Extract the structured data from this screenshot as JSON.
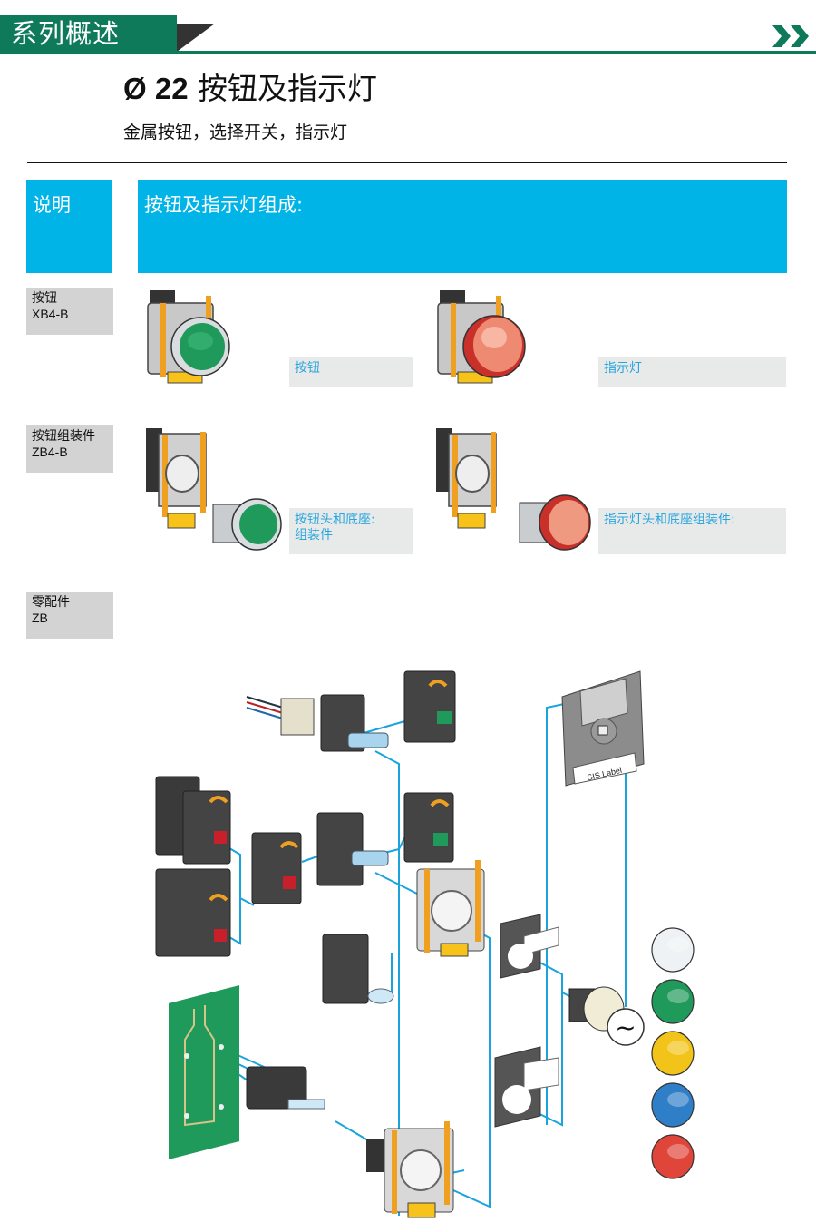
{
  "header": {
    "section_title": "系列概述",
    "next_icon": "double-chevron-right-icon",
    "brand_color": "#0e7a5a"
  },
  "page": {
    "title_prefix": "Ø 22",
    "title_main": "按钮及指示灯",
    "subtitle": "金属按钮，选择开关，指示灯"
  },
  "description": {
    "label": "说明",
    "heading": "按钮及指示灯组成:",
    "accent_color": "#00b4e8"
  },
  "rows": [
    {
      "label": "按钮",
      "code": "XB4-B",
      "items": [
        {
          "caption": "按钮",
          "image": "green-pushbutton-image"
        },
        {
          "caption": "指示灯",
          "image": "red-pilot-light-image"
        }
      ]
    },
    {
      "label": "按钮组装件",
      "code": "ZB4-B",
      "items": [
        {
          "caption_line1": "按钮头和底座:",
          "caption_line2": "组装件",
          "image": "pushbutton-head-and-base-image"
        },
        {
          "caption_line1": "指示灯头和底座组装件:",
          "caption_line2": "",
          "image": "pilot-light-head-and-base-image"
        }
      ]
    },
    {
      "label": "零配件",
      "code": "ZB",
      "items": []
    }
  ],
  "diagram": {
    "floppy_label": "SIS Label",
    "lens_colors": [
      "#eef2f4",
      "#1f9a5a",
      "#f2c318",
      "#2f7fc8",
      "#e0453a"
    ],
    "symbol": "~"
  }
}
